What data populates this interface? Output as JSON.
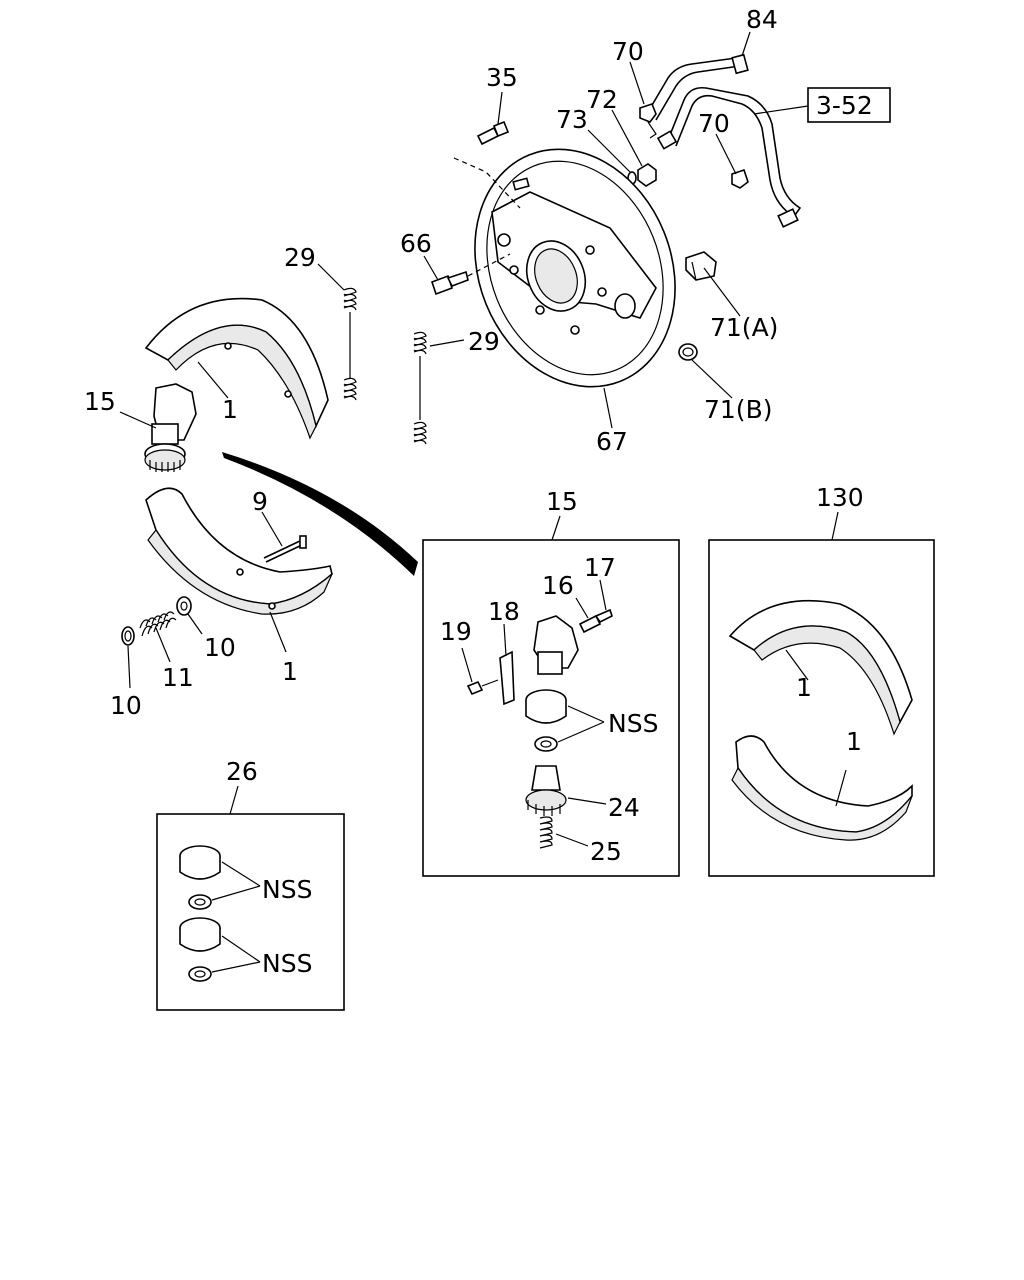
{
  "callouts": {
    "c84": "84",
    "c70a": "70",
    "c72": "72",
    "c73": "73",
    "c70b": "70",
    "ref": "3-52",
    "c35": "35",
    "c66": "66",
    "c29a": "29",
    "c29b": "29",
    "c71a": "71(A)",
    "c71b": "71(B)",
    "c67": "67",
    "c15": "15",
    "c1a": "1",
    "c9": "9",
    "c10a": "10",
    "c11": "11",
    "c10b": "10",
    "c1b": "1"
  },
  "box_adjuster": {
    "title": "15",
    "c17": "17",
    "c16": "16",
    "c18": "18",
    "c19": "19",
    "nss": "NSS",
    "c24": "24",
    "c25": "25"
  },
  "box_shoe_kit": {
    "title": "130",
    "c1a": "1",
    "c1b": "1"
  },
  "box_repair_kit": {
    "title": "26",
    "nss_a": "NSS",
    "nss_b": "NSS"
  }
}
